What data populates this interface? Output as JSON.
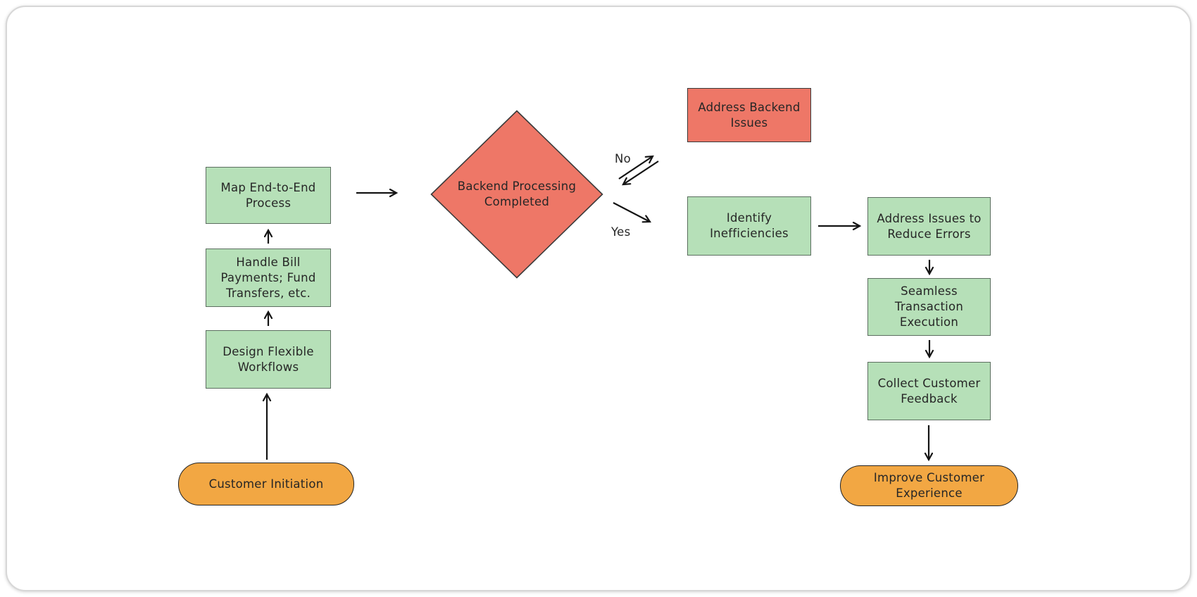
{
  "diagram": {
    "type": "flowchart",
    "nodes": {
      "customer_initiation": {
        "label": "Customer Initiation",
        "shape": "terminator",
        "fill": "#f2a743"
      },
      "design_flexible_workflows": {
        "label": "Design Flexible\nWorkflows",
        "shape": "process",
        "fill": "#b6e0b8"
      },
      "handle_bill_payments": {
        "label": "Handle Bill\nPayments; Fund\nTransfers, etc.",
        "shape": "process",
        "fill": "#b6e0b8"
      },
      "map_end_to_end_process": {
        "label": "Map End-to-End\nProcess",
        "shape": "process",
        "fill": "#b6e0b8"
      },
      "backend_processing_completed": {
        "label": "Backend Processing\nCompleted",
        "shape": "decision",
        "fill": "#ee7767"
      },
      "address_backend_issues": {
        "label": "Address Backend\nIssues",
        "shape": "process",
        "fill": "#ee7767"
      },
      "identify_inefficiencies": {
        "label": "Identify\nInefficiencies",
        "shape": "process",
        "fill": "#b6e0b8"
      },
      "address_issues_to_reduce_errors": {
        "label": "Address Issues to\nReduce Errors",
        "shape": "process",
        "fill": "#b6e0b8"
      },
      "seamless_transaction_execution": {
        "label": "Seamless\nTransaction\nExecution",
        "shape": "process",
        "fill": "#b6e0b8"
      },
      "collect_customer_feedback": {
        "label": "Collect Customer\nFeedback",
        "shape": "process",
        "fill": "#b6e0b8"
      },
      "improve_customer_experience": {
        "label": "Improve Customer\nExperience",
        "shape": "terminator",
        "fill": "#f2a743"
      }
    },
    "edge_labels": {
      "no": "No",
      "yes": "Yes"
    },
    "colors": {
      "process_fill": "#b6e0b8",
      "process_border": "#5c6e60",
      "decision_fill": "#ee7767",
      "issue_fill": "#ee7767",
      "terminator_fill": "#f2a743",
      "dark_border": "#3a3a3a",
      "connector": "#141414",
      "text": "#262626",
      "canvas_border": "#d7d7d7",
      "canvas_bg": "#ffffff"
    }
  }
}
